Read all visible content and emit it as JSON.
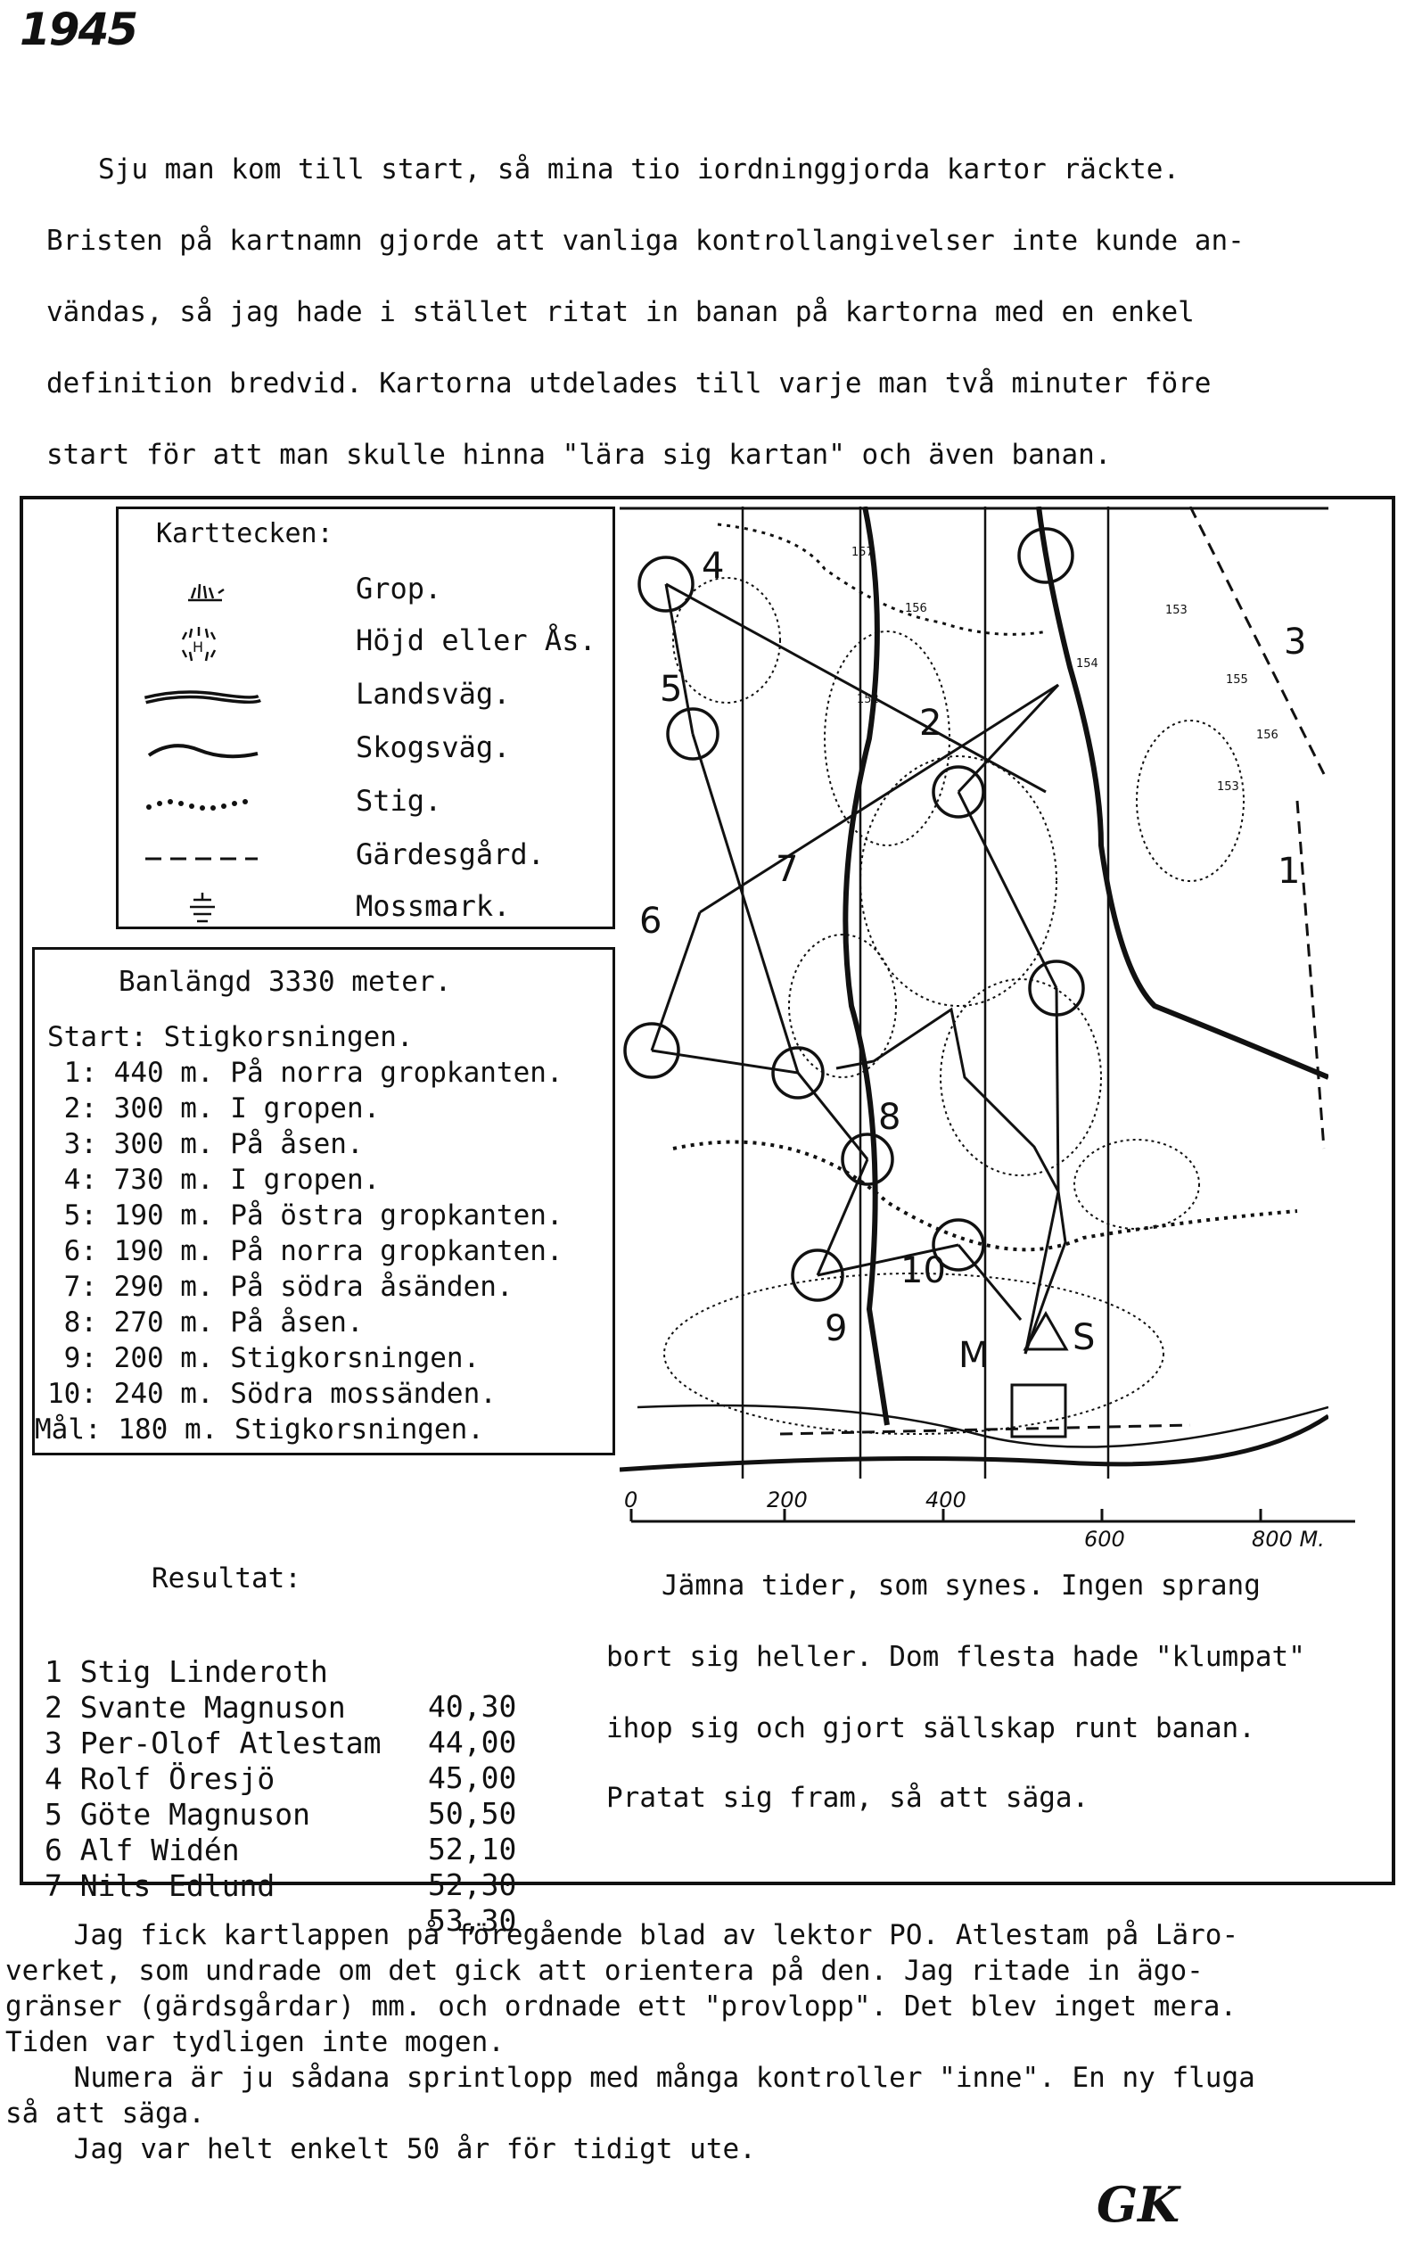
{
  "year": "1945",
  "intro_lines": [
    "Sju man kom till start, så mina tio iordninggjorda kartor räckte.",
    "Bristen på kartnamn gjorde att vanliga kontrollangivelser inte kunde an-",
    "vändas, så jag hade i stället ritat in banan på kartorna med en enkel",
    "definition bredvid. Kartorna utdelades till varje man två minuter före",
    "start för att man skulle hinna \"lära sig kartan\" och även banan."
  ],
  "legend": {
    "title": "Karttecken:",
    "items": [
      {
        "icon": "pit-icon",
        "label": "Grop."
      },
      {
        "icon": "hill-icon",
        "label": "Höjd eller Ås."
      },
      {
        "icon": "main-road-icon",
        "label": "Landsväg."
      },
      {
        "icon": "forest-road-icon",
        "label": "Skogsväg."
      },
      {
        "icon": "path-icon",
        "label": "Stig."
      },
      {
        "icon": "fence-icon",
        "label": "Gärdesgård."
      },
      {
        "icon": "marsh-icon",
        "label": "Mossmark."
      }
    ]
  },
  "course": {
    "length": "Banlängd 3330 meter.",
    "start": "Start: Stigkorsningen.",
    "controls": [
      " 1: 440 m. På norra gropkanten.",
      " 2: 300 m. I gropen.",
      " 3: 300 m. På åsen.",
      " 4: 730 m. I gropen.",
      " 5: 190 m. På östra gropkanten.",
      " 6: 190 m. På norra gropkanten.",
      " 7: 290 m. På södra åsänden.",
      " 8: 270 m. På åsen.",
      " 9: 200 m. Stigkorsningen.",
      "10: 240 m. Södra mossänden.",
      "Mål: 180 m. Stigkorsningen."
    ]
  },
  "map": {
    "control_numbers": [
      "1",
      "2",
      "3",
      "4",
      "5",
      "6",
      "7",
      "8",
      "9",
      "10"
    ],
    "start_label": "S",
    "finish_label": "M",
    "height_labels": [
      "157",
      "156",
      "152",
      "154",
      "153",
      "155",
      "156",
      "153"
    ]
  },
  "scale": {
    "ticks": [
      "0",
      "200",
      "400",
      "600",
      "800 M."
    ]
  },
  "results": {
    "title": "Resultat:",
    "rows": [
      {
        "place": "1",
        "name": "Stig Linderoth",
        "time": "40,30"
      },
      {
        "place": "2",
        "name": "Svante Magnuson",
        "time": "44,00"
      },
      {
        "place": "3",
        "name": "Per-Olof Atlestam",
        "time": "45,00"
      },
      {
        "place": "4",
        "name": "Rolf Öresjö",
        "time": "50,50"
      },
      {
        "place": "5",
        "name": "Göte Magnuson",
        "time": "52,10"
      },
      {
        "place": "6",
        "name": "Alf Widén",
        "time": "52,30"
      },
      {
        "place": "7",
        "name": "Nils Edlund",
        "time": "53,30"
      }
    ]
  },
  "comment_lines": [
    "Jämna tider, som synes. Ingen sprang",
    "bort sig heller. Dom flesta hade \"klumpat\"",
    "ihop sig och gjort sällskap runt banan.",
    "Pratat sig fram, så att säga."
  ],
  "bottom_lines": [
    " Jag fick kartlappen på föregående blad av lektor PO. Atlestam på Läro-",
    "verket, som undrade om det gick att orientera på den. Jag ritade in ägo-",
    "gränser (gärdsgårdar) mm. och ordnade ett \"provlopp\". Det blev inget mera.",
    "Tiden var tydligen inte mogen.",
    " Numera är ju sådana sprintlopp med många kontroller \"inne\". En ny fluga",
    "så att säga.",
    " Jag var helt enkelt 50 år för tidigt ute."
  ],
  "signature": "GK"
}
